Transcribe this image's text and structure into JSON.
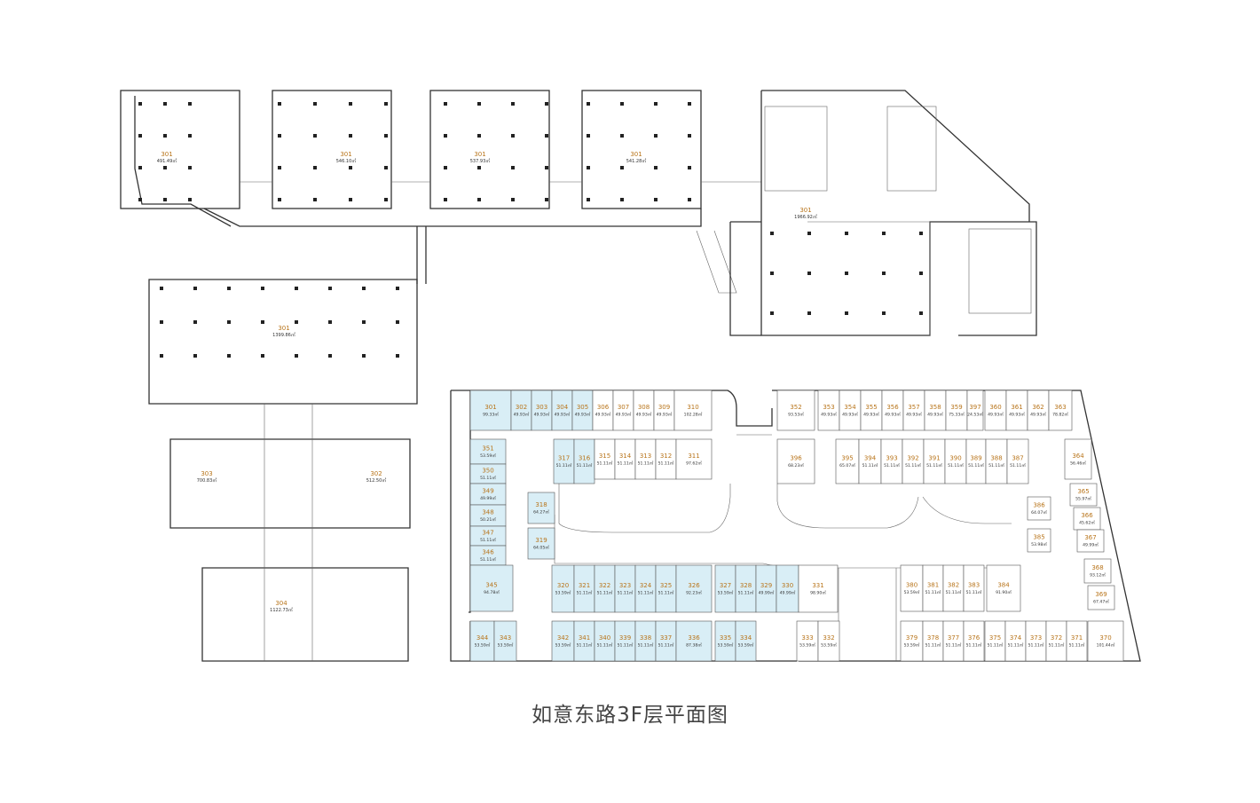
{
  "title": "如意东路3F层平面图",
  "colors": {
    "highlight": "#d9eef6",
    "room_number": "#b8741a",
    "wall": "#333333"
  },
  "big_units": [
    {
      "id": "b1",
      "num": "301",
      "area": "491.49㎡"
    },
    {
      "id": "b2",
      "num": "301",
      "area": "546.10㎡"
    },
    {
      "id": "b3",
      "num": "301",
      "area": "537.93㎡"
    },
    {
      "id": "b4",
      "num": "301",
      "area": "541.28㎡"
    },
    {
      "id": "b5",
      "num": "301",
      "area": "1966.92㎡"
    },
    {
      "id": "b6",
      "num": "301",
      "area": "1399.86㎡"
    },
    {
      "id": "b7",
      "num": "303",
      "area": "700.83㎡"
    },
    {
      "id": "b8",
      "num": "302",
      "area": "512.50㎡"
    },
    {
      "id": "b9",
      "num": "304",
      "area": "1122.73㎡"
    }
  ],
  "rooms": [
    {
      "id": "r301",
      "num": "301",
      "area": "99.33㎡",
      "hl": true
    },
    {
      "id": "r302",
      "num": "302",
      "area": "49.93㎡",
      "hl": true
    },
    {
      "id": "r303",
      "num": "303",
      "area": "49.93㎡",
      "hl": true
    },
    {
      "id": "r304",
      "num": "304",
      "area": "49.93㎡",
      "hl": true
    },
    {
      "id": "r305",
      "num": "305",
      "area": "49.93㎡",
      "hl": true
    },
    {
      "id": "r306",
      "num": "306",
      "area": "49.93㎡",
      "hl": false
    },
    {
      "id": "r307",
      "num": "307",
      "area": "49.93㎡",
      "hl": false
    },
    {
      "id": "r308",
      "num": "308",
      "area": "49.93㎡",
      "hl": false
    },
    {
      "id": "r309",
      "num": "309",
      "area": "49.93㎡",
      "hl": false
    },
    {
      "id": "r310",
      "num": "310",
      "area": "102.28㎡",
      "hl": false
    },
    {
      "id": "r317",
      "num": "317",
      "area": "51.11㎡",
      "hl": true
    },
    {
      "id": "r316",
      "num": "316",
      "area": "51.11㎡",
      "hl": true
    },
    {
      "id": "r315",
      "num": "315",
      "area": "51.11㎡",
      "hl": false
    },
    {
      "id": "r314",
      "num": "314",
      "area": "51.11㎡",
      "hl": false
    },
    {
      "id": "r313",
      "num": "313",
      "area": "51.11㎡",
      "hl": false
    },
    {
      "id": "r312",
      "num": "312",
      "area": "51.11㎡",
      "hl": false
    },
    {
      "id": "r311",
      "num": "311",
      "area": "97.62㎡",
      "hl": false
    },
    {
      "id": "r351",
      "num": "351",
      "area": "53.59㎡",
      "hl": true
    },
    {
      "id": "r350",
      "num": "350",
      "area": "51.11㎡",
      "hl": true
    },
    {
      "id": "r349",
      "num": "349",
      "area": "49.99㎡",
      "hl": true
    },
    {
      "id": "r348",
      "num": "348",
      "area": "50.21㎡",
      "hl": true
    },
    {
      "id": "r347",
      "num": "347",
      "area": "51.11㎡",
      "hl": true
    },
    {
      "id": "r346",
      "num": "346",
      "area": "51.11㎡",
      "hl": true
    },
    {
      "id": "r345",
      "num": "345",
      "area": "94.78㎡",
      "hl": true
    },
    {
      "id": "r318",
      "num": "318",
      "area": "64.27㎡",
      "hl": true
    },
    {
      "id": "r319",
      "num": "319",
      "area": "64.05㎡",
      "hl": true
    },
    {
      "id": "r320",
      "num": "320",
      "area": "53.59㎡",
      "hl": true
    },
    {
      "id": "r321",
      "num": "321",
      "area": "51.11㎡",
      "hl": true
    },
    {
      "id": "r322",
      "num": "322",
      "area": "51.11㎡",
      "hl": true
    },
    {
      "id": "r323",
      "num": "323",
      "area": "51.11㎡",
      "hl": true
    },
    {
      "id": "r324",
      "num": "324",
      "area": "51.11㎡",
      "hl": true
    },
    {
      "id": "r325",
      "num": "325",
      "area": "51.11㎡",
      "hl": true
    },
    {
      "id": "r326",
      "num": "326",
      "area": "92.23㎡",
      "hl": true
    },
    {
      "id": "r327",
      "num": "327",
      "area": "53.59㎡",
      "hl": true
    },
    {
      "id": "r328",
      "num": "328",
      "area": "51.11㎡",
      "hl": true
    },
    {
      "id": "r329",
      "num": "329",
      "area": "49.99㎡",
      "hl": true
    },
    {
      "id": "r330",
      "num": "330",
      "area": "49.99㎡",
      "hl": true
    },
    {
      "id": "r331",
      "num": "331",
      "area": "98.90㎡",
      "hl": false
    },
    {
      "id": "r344",
      "num": "344",
      "area": "53.59㎡",
      "hl": true
    },
    {
      "id": "r343",
      "num": "343",
      "area": "53.59㎡",
      "hl": true
    },
    {
      "id": "r342",
      "num": "342",
      "area": "53.59㎡",
      "hl": true
    },
    {
      "id": "r341",
      "num": "341",
      "area": "51.11㎡",
      "hl": true
    },
    {
      "id": "r340",
      "num": "340",
      "area": "51.11㎡",
      "hl": true
    },
    {
      "id": "r339",
      "num": "339",
      "area": "51.11㎡",
      "hl": true
    },
    {
      "id": "r338",
      "num": "338",
      "area": "51.11㎡",
      "hl": true
    },
    {
      "id": "r337",
      "num": "337",
      "area": "51.11㎡",
      "hl": true
    },
    {
      "id": "r336",
      "num": "336",
      "area": "87.38㎡",
      "hl": true
    },
    {
      "id": "r335",
      "num": "335",
      "area": "53.59㎡",
      "hl": true
    },
    {
      "id": "r334",
      "num": "334",
      "area": "53.59㎡",
      "hl": true
    },
    {
      "id": "r333",
      "num": "333",
      "area": "53.59㎡",
      "hl": false
    },
    {
      "id": "r332",
      "num": "332",
      "area": "53.59㎡",
      "hl": false
    },
    {
      "id": "r352",
      "num": "352",
      "area": "93.53㎡",
      "hl": false
    },
    {
      "id": "r353",
      "num": "353",
      "area": "49.93㎡",
      "hl": false
    },
    {
      "id": "r354",
      "num": "354",
      "area": "49.93㎡",
      "hl": false
    },
    {
      "id": "r355",
      "num": "355",
      "area": "49.93㎡",
      "hl": false
    },
    {
      "id": "r356",
      "num": "356",
      "area": "49.93㎡",
      "hl": false
    },
    {
      "id": "r357",
      "num": "357",
      "area": "49.93㎡",
      "hl": false
    },
    {
      "id": "r358",
      "num": "358",
      "area": "49.93㎡",
      "hl": false
    },
    {
      "id": "r359",
      "num": "359",
      "area": "75.33㎡",
      "hl": false
    },
    {
      "id": "r397",
      "num": "397",
      "area": "24.53㎡",
      "hl": false
    },
    {
      "id": "r360",
      "num": "360",
      "area": "49.93㎡",
      "hl": false
    },
    {
      "id": "r361",
      "num": "361",
      "area": "49.93㎡",
      "hl": false
    },
    {
      "id": "r362",
      "num": "362",
      "area": "49.93㎡",
      "hl": false
    },
    {
      "id": "r363",
      "num": "363",
      "area": "78.82㎡",
      "hl": false
    },
    {
      "id": "r396",
      "num": "396",
      "area": "68.23㎡",
      "hl": false
    },
    {
      "id": "r395",
      "num": "395",
      "area": "65.07㎡",
      "hl": false
    },
    {
      "id": "r394",
      "num": "394",
      "area": "51.11㎡",
      "hl": false
    },
    {
      "id": "r393",
      "num": "393",
      "area": "51.11㎡",
      "hl": false
    },
    {
      "id": "r392",
      "num": "392",
      "area": "51.11㎡",
      "hl": false
    },
    {
      "id": "r391",
      "num": "391",
      "area": "51.11㎡",
      "hl": false
    },
    {
      "id": "r390",
      "num": "390",
      "area": "51.11㎡",
      "hl": false
    },
    {
      "id": "r389",
      "num": "389",
      "area": "51.11㎡",
      "hl": false
    },
    {
      "id": "r388",
      "num": "388",
      "area": "51.11㎡",
      "hl": false
    },
    {
      "id": "r387",
      "num": "387",
      "area": "51.11㎡",
      "hl": false
    },
    {
      "id": "r364",
      "num": "364",
      "area": "56.46㎡",
      "hl": false
    },
    {
      "id": "r365",
      "num": "365",
      "area": "55.97㎡",
      "hl": false
    },
    {
      "id": "r366",
      "num": "366",
      "area": "45.62㎡",
      "hl": false
    },
    {
      "id": "r367",
      "num": "367",
      "area": "49.99㎡",
      "hl": false
    },
    {
      "id": "r368",
      "num": "368",
      "area": "93.12㎡",
      "hl": false
    },
    {
      "id": "r369",
      "num": "369",
      "area": "67.47㎡",
      "hl": false
    },
    {
      "id": "r386",
      "num": "386",
      "area": "64.07㎡",
      "hl": false
    },
    {
      "id": "r385",
      "num": "385",
      "area": "53.98㎡",
      "hl": false
    },
    {
      "id": "r380",
      "num": "380",
      "area": "53.59㎡",
      "hl": false
    },
    {
      "id": "r381",
      "num": "381",
      "area": "51.11㎡",
      "hl": false
    },
    {
      "id": "r382",
      "num": "382",
      "area": "51.11㎡",
      "hl": false
    },
    {
      "id": "r383",
      "num": "383",
      "area": "51.11㎡",
      "hl": false
    },
    {
      "id": "r384",
      "num": "384",
      "area": "91.90㎡",
      "hl": false
    },
    {
      "id": "r379",
      "num": "379",
      "area": "53.59㎡",
      "hl": false
    },
    {
      "id": "r378",
      "num": "378",
      "area": "51.11㎡",
      "hl": false
    },
    {
      "id": "r377",
      "num": "377",
      "area": "51.11㎡",
      "hl": false
    },
    {
      "id": "r376",
      "num": "376",
      "area": "51.11㎡",
      "hl": false
    },
    {
      "id": "r375",
      "num": "375",
      "area": "51.11㎡",
      "hl": false
    },
    {
      "id": "r374",
      "num": "374",
      "area": "51.11㎡",
      "hl": false
    },
    {
      "id": "r373",
      "num": "373",
      "area": "51.11㎡",
      "hl": false
    },
    {
      "id": "r372",
      "num": "372",
      "area": "51.11㎡",
      "hl": false
    },
    {
      "id": "r371",
      "num": "371",
      "area": "51.11㎡",
      "hl": false
    },
    {
      "id": "r370",
      "num": "370",
      "area": "101.44㎡",
      "hl": false
    }
  ]
}
